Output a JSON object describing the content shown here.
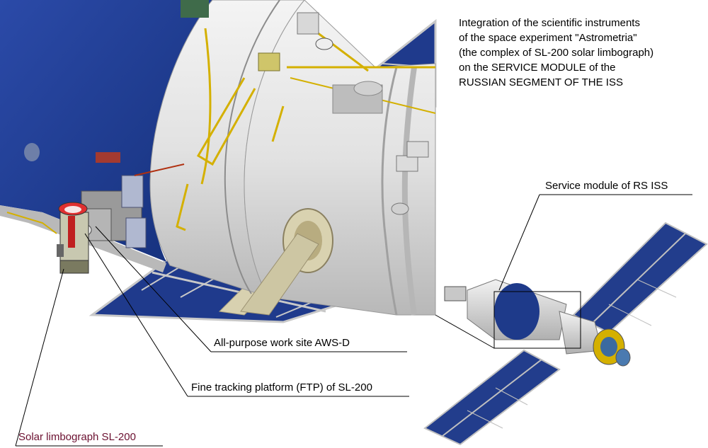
{
  "heading": {
    "lines": [
      "Integration of the scientific instruments",
      "of the space experiment \"Astrometria\"",
      "(the complex of SL-200 solar limbograph)",
      "on the SERVICE MODULE of the",
      "RUSSIAN SEGMENT OF THE ISS"
    ]
  },
  "labels": {
    "service_module": "Service module of RS ISS",
    "work_site": "All-purpose work site AWS-D",
    "tracking_platform": "Fine tracking platform (FTP) of SL-200",
    "limbograph": "Solar limbograph SL-200"
  },
  "colors": {
    "module_blue": "#1e3a8a",
    "hull_white": "#e6e6e6",
    "panel_blue": "#223d8c",
    "rail_yellow": "#d4b000",
    "limbograph_label": "#6b1030"
  }
}
